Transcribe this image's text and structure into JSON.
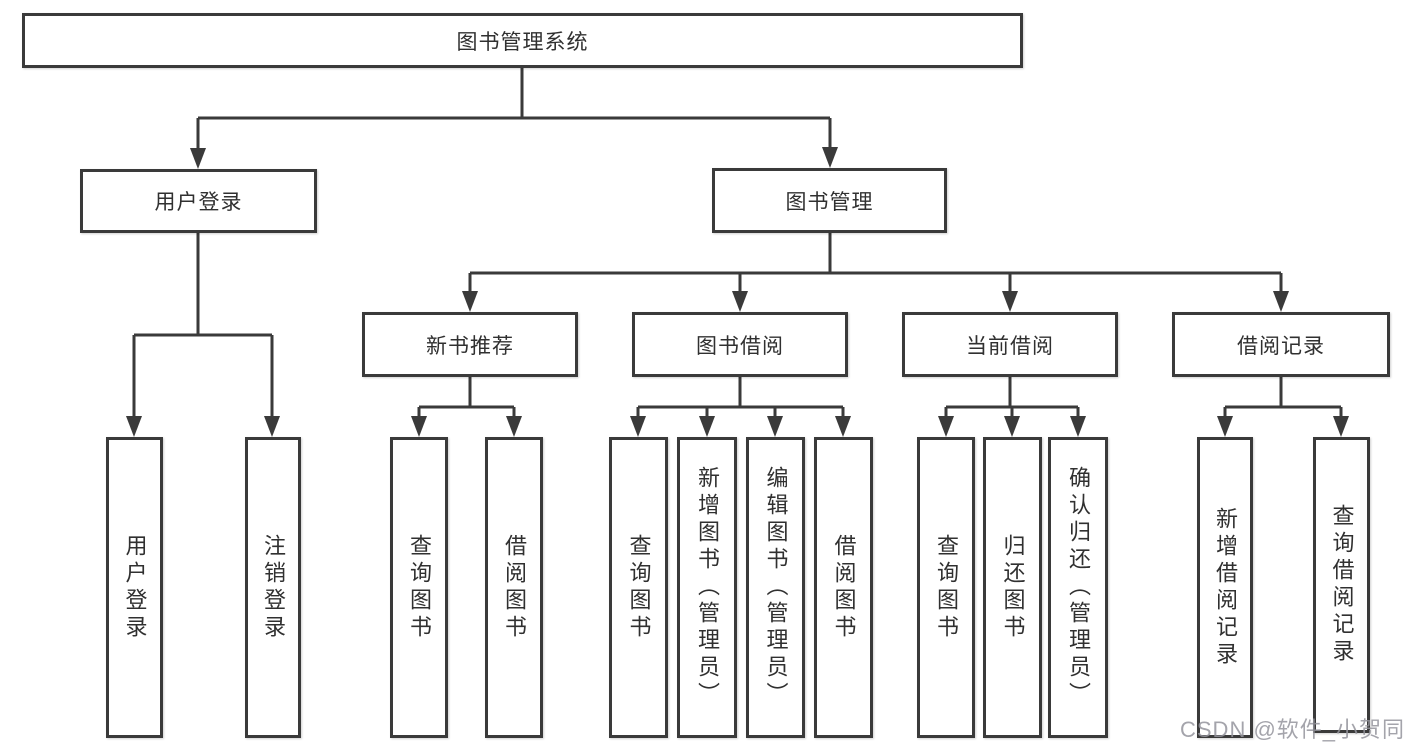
{
  "nodes": {
    "root": "图书管理系统",
    "branches": [
      "用户登录",
      "图书管理"
    ],
    "sections": [
      "新书推荐",
      "图书借阅",
      "当前借阅",
      "借阅记录"
    ],
    "user_group": [
      "用户登录",
      "注销登录"
    ],
    "new_book_group": [
      "查询图书",
      "借阅图书"
    ],
    "borrow_group": [
      "查询图书",
      "新增图书（管理员）",
      "编辑图书（管理员）",
      "借阅图书"
    ],
    "current_group": [
      "查询图书",
      "归还图书",
      "确认归还（管理员）"
    ],
    "records_group": [
      "新增借阅记录",
      "查询借阅记录"
    ]
  },
  "watermark": "CSDN @软件_小贺同学",
  "colors": {
    "line": "#3a3a3a",
    "text": "#303030",
    "watermark": "#94949c",
    "background": "#ffffff"
  }
}
